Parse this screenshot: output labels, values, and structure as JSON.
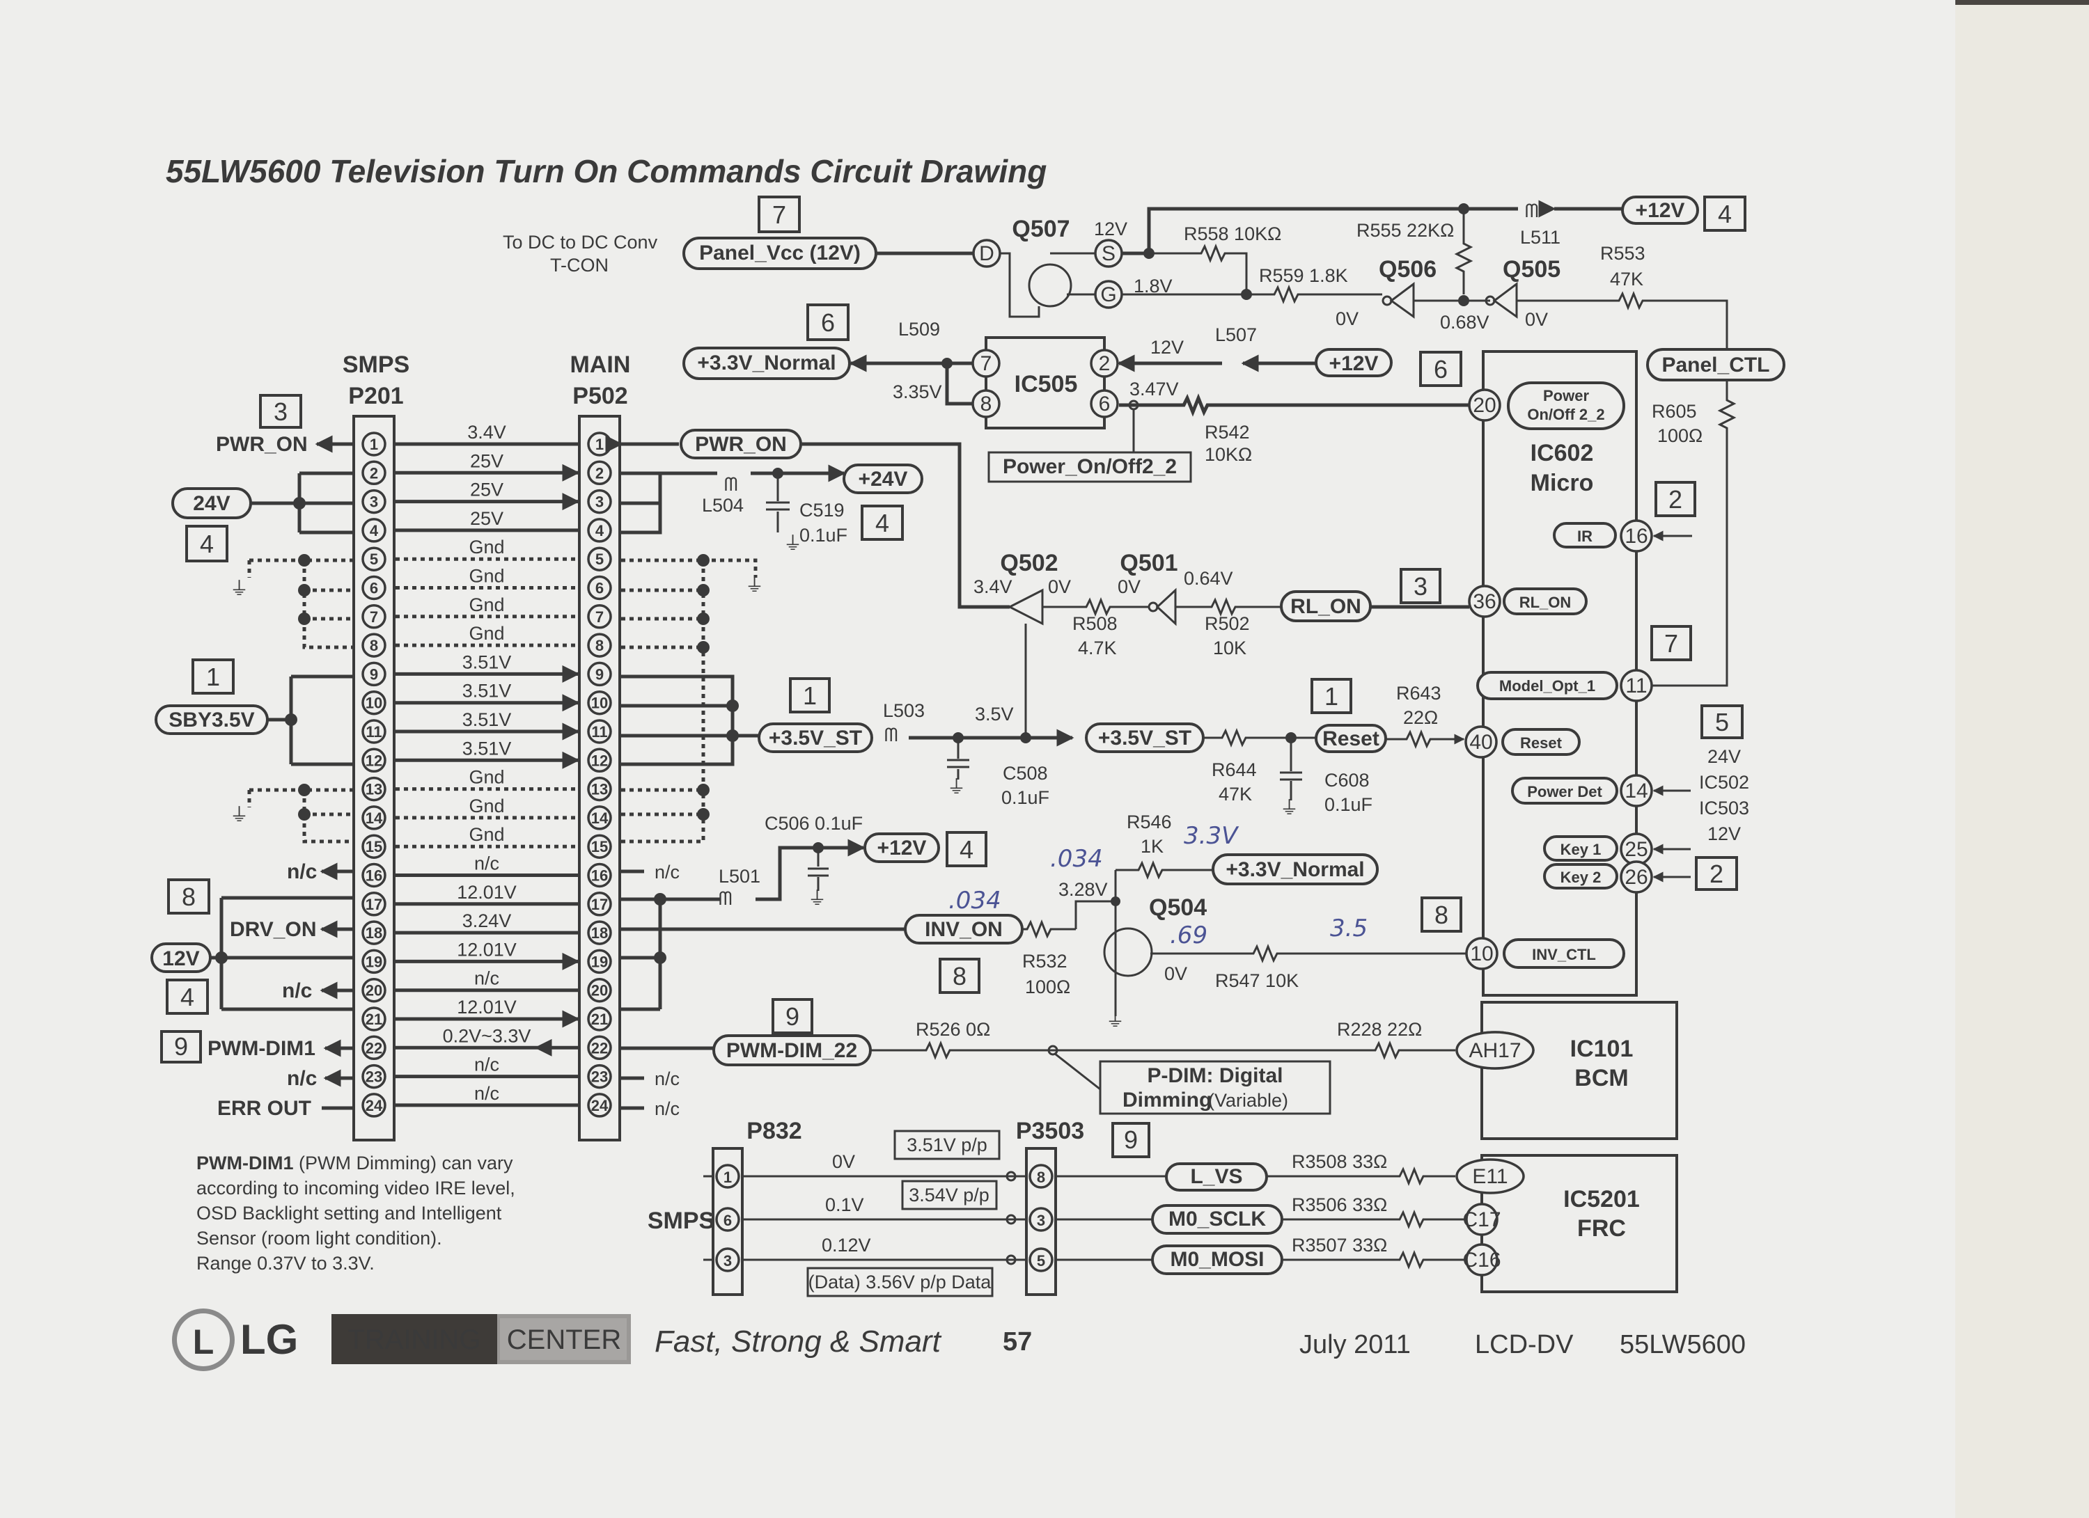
{
  "title": "55LW5600 Television Turn On Commands Circuit Drawing",
  "colors": {
    "ink": "#3a3a3a",
    "paper": "#eeeeec",
    "handwriting": "#4b5394"
  },
  "connectors": {
    "smps_p201": {
      "label1": "SMPS",
      "label2": "P201"
    },
    "main_p502": {
      "label1": "MAIN",
      "label2": "P502"
    },
    "pins": [
      {
        "n": "1",
        "v": "3.4V",
        "left": "PWR_ON",
        "right": "PWR_ON"
      },
      {
        "n": "2",
        "v": "25V"
      },
      {
        "n": "3",
        "v": "25V"
      },
      {
        "n": "4",
        "v": "25V"
      },
      {
        "n": "5",
        "v": "Gnd"
      },
      {
        "n": "6",
        "v": "Gnd"
      },
      {
        "n": "7",
        "v": "Gnd"
      },
      {
        "n": "8",
        "v": "Gnd"
      },
      {
        "n": "9",
        "v": "3.51V"
      },
      {
        "n": "10",
        "v": "3.51V"
      },
      {
        "n": "11",
        "v": "3.51V"
      },
      {
        "n": "12",
        "v": "3.51V"
      },
      {
        "n": "13",
        "v": "Gnd"
      },
      {
        "n": "14",
        "v": "Gnd"
      },
      {
        "n": "15",
        "v": "Gnd"
      },
      {
        "n": "16",
        "v": "n/c",
        "left": "n/c",
        "right": "n/c"
      },
      {
        "n": "17",
        "v": "12.01V"
      },
      {
        "n": "18",
        "v": "3.24V",
        "left": "DRV_ON"
      },
      {
        "n": "19",
        "v": "12.01V"
      },
      {
        "n": "20",
        "v": "n/c",
        "left": "n/c"
      },
      {
        "n": "21",
        "v": "12.01V"
      },
      {
        "n": "22",
        "v": "0.2V~3.3V",
        "left": "PWM-DIM1"
      },
      {
        "n": "23",
        "v": "n/c",
        "left": "n/c",
        "right": "n/c"
      },
      {
        "n": "24",
        "v": "n/c",
        "left": "ERR OUT",
        "right": "n/c"
      }
    ]
  },
  "left_side": {
    "pwr_on": "PWR_ON",
    "v24": "24V",
    "sby": "SBY3.5V",
    "v12": "12V",
    "nc16": "n/c",
    "drv_on": "DRV_ON",
    "nc20": "n/c",
    "pwm_dim1": "PWM-DIM1",
    "nc23": "n/c",
    "err_out": "ERR OUT",
    "tags": {
      "t3": "3",
      "t4a": "4",
      "t1": "1",
      "t8": "8",
      "t4b": "4",
      "t9": "9"
    }
  },
  "right_of_p502": {
    "nc16": "n/c",
    "nc23": "n/c",
    "nc24": "n/c"
  },
  "top": {
    "tdc_line1": "To DC to DC Conv",
    "tdc_line2": "T-CON",
    "panel_vcc": "Panel_Vcc (12V)",
    "tag7": "7",
    "q507": "Q507",
    "q507_s_v": "12V",
    "q507_g_v": "1.8V",
    "pin_d": "D",
    "pin_s": "S",
    "pin_g": "G",
    "r558": "R558 10KΩ",
    "r555": "R555 22KΩ",
    "l511": "L511",
    "plus12_top": "+12V",
    "tag4_top": "4",
    "r559": "R559 1.8K",
    "q506": "Q506",
    "q505": "Q505",
    "r553a": "R553",
    "r553b": "47K",
    "v0a": "0V",
    "v068": "0.68V",
    "v0b": "0V",
    "tag6a": "6",
    "plus33_normal": "+3.3V_Normal",
    "l509": "L509",
    "v335": "3.35V",
    "ic505": "IC505",
    "ic505_pins": [
      "7",
      "8",
      "2",
      "6"
    ],
    "v12_ic": "12V",
    "l507": "L507",
    "plus12_mid": "+12V",
    "tag6b": "6",
    "v347": "3.47V",
    "r542a": "R542",
    "r542b": "10KΩ",
    "power_onoff_box": "Power_On/Off2_2",
    "panel_ctl": "Panel_CTL",
    "r605a": "R605",
    "r605b": "100Ω"
  },
  "ic602": {
    "name1": "IC602",
    "name2": "Micro",
    "pins": [
      {
        "n": "20",
        "label": "Power On/Off 2_2"
      },
      {
        "n": "16",
        "label": "IR"
      },
      {
        "n": "36",
        "label": "RL_ON"
      },
      {
        "n": "11",
        "label": "Model_Opt_1"
      },
      {
        "n": "40",
        "label": "Reset"
      },
      {
        "n": "14",
        "label": "Power Det"
      },
      {
        "n": "25",
        "label": "Key 1"
      },
      {
        "n": "26",
        "label": "Key 2"
      },
      {
        "n": "10",
        "label": "INV_CTL"
      }
    ],
    "power_label_l1": "Power",
    "power_label_l2": "On/Off 2_2",
    "tag2a": "2",
    "tag7": "7",
    "tag5": "5",
    "tag2b": "2",
    "power_det_src": [
      "24V",
      "IC502",
      "IC503",
      "12V"
    ]
  },
  "middle": {
    "pwr_on": "PWR_ON",
    "l504": "L504",
    "plus24": "+24V",
    "c519a": "C519",
    "c519b": "0.1uF",
    "tag4": "4",
    "q502": "Q502",
    "q501": "Q501",
    "v34": "3.4V",
    "v0a": "0V",
    "v0b": "0V",
    "v064": "0.64V",
    "r508a": "R508",
    "r508b": "4.7K",
    "r502a": "R502",
    "r502b": "10K",
    "rl_on": "RL_ON",
    "tag3": "3",
    "tag1a": "1",
    "plus35_st": "+3.5V_ST",
    "l503": "L503",
    "v35": "3.5V",
    "c508a": "C508",
    "c508b": "0.1uF",
    "plus35_st2": "+3.5V_ST",
    "r644a": "R644",
    "r644b": "47K",
    "c608a": "C608",
    "c608b": "0.1uF",
    "tag1b": "1",
    "reset": "Reset",
    "r643a": "R643",
    "r643b": "22Ω",
    "c506": "C506 0.1uF",
    "l501": "L501",
    "plus12": "+12V",
    "tag4b": "4",
    "r546a": "R546",
    "r546b": "1K",
    "plus33": "+3.3V_Normal",
    "v328": "3.28V",
    "inv_on": "INV_ON",
    "tag8a": "8",
    "r532a": "R532",
    "r532b": "100Ω",
    "q504": "Q504",
    "v0c": "0V",
    "r547": "R547 10K",
    "tag8b": "8",
    "hand_033a": ".034",
    "hand_033b": ".034",
    "hand_33v": "3.3V",
    "hand_069": ".69",
    "hand_35": "3.5"
  },
  "bottom": {
    "tag9": "9",
    "pwm_dim22": "PWM-DIM_22",
    "r526": "R526 0Ω",
    "r228": "R228 22Ω",
    "ah17": "AH17",
    "ic101a": "IC101",
    "ic101b": "BCM",
    "pdim_l1": "P-DIM: Digital",
    "pdim_l2a": "Dimming",
    "pdim_l2b": " (Variable)",
    "p832": "P832",
    "p3503": "P3503",
    "tag9b": "9",
    "smps": "SMPS",
    "p832_pins": [
      "1",
      "6",
      "3"
    ],
    "p3503_pins": [
      "8",
      "3",
      "5"
    ],
    "v0": "0V",
    "v01": "0.1V",
    "v012": "0.12V",
    "pp351": "3.51V p/p",
    "pp354": "3.54V p/p",
    "pp356": "(Data) 3.56V p/p Data",
    "l_vs": "L_VS",
    "m0_sclk": "M0_SCLK",
    "m0_mosi": "M0_MOSI",
    "r3508": "R3508 33Ω",
    "r3506": "R3506 33Ω",
    "r3507": "R3507 33Ω",
    "e11": "E11",
    "c17": "C17",
    "c16": "C16",
    "ic5201a": "IC5201",
    "ic5201b": "FRC"
  },
  "note": {
    "bold": "PWM-DIM1",
    "l1": " (PWM Dimming) can vary",
    "l2": "according to incoming video IRE level,",
    "l3": "OSD Backlight setting and Intelligent",
    "l4": "Sensor (room light condition).",
    "l5": "Range 0.37V to 3.3V."
  },
  "footer": {
    "logo": "LG",
    "training": "TRAINING",
    "center": "CENTER",
    "slogan": "Fast, Strong & Smart",
    "page": "57",
    "date": "July  2011",
    "dept": "LCD-DV",
    "model": "55LW5600"
  }
}
